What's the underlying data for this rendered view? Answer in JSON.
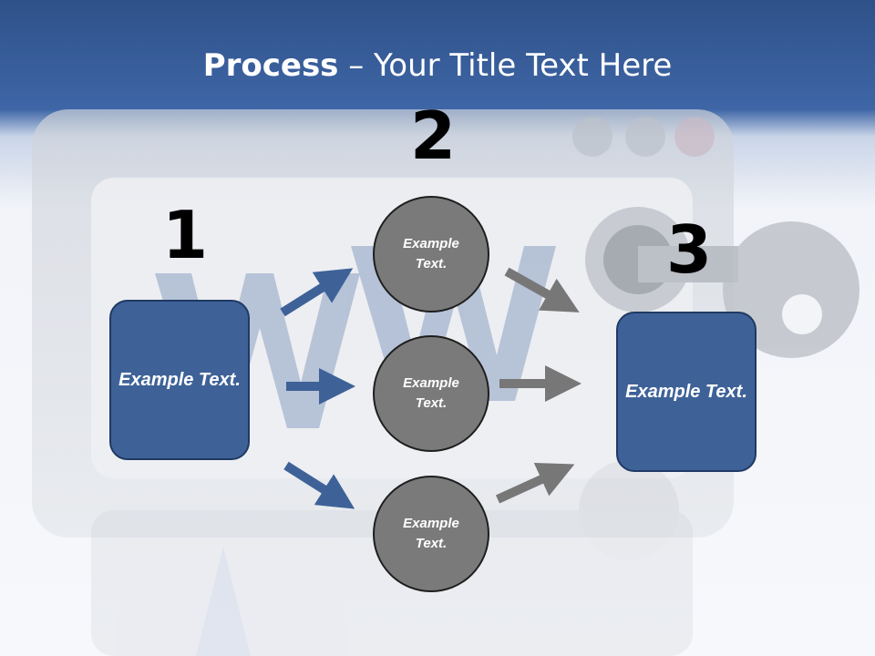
{
  "slide": {
    "title_bold": "Process",
    "title_rest": " – Your Title Text Here"
  },
  "steps": {
    "one": "1",
    "two": "2",
    "three": "3"
  },
  "boxes": {
    "left": "Example Text.",
    "right": "Example Text."
  },
  "circles": {
    "top": "Example Text.",
    "middle": "Example Text.",
    "bottom": "Example Text."
  },
  "colors": {
    "header_blue": "#3e66a6",
    "box_blue": "#3e6298",
    "circle_gray": "#7a7a7a",
    "arrow_blue": "#3e6298",
    "arrow_gray": "#777777"
  }
}
